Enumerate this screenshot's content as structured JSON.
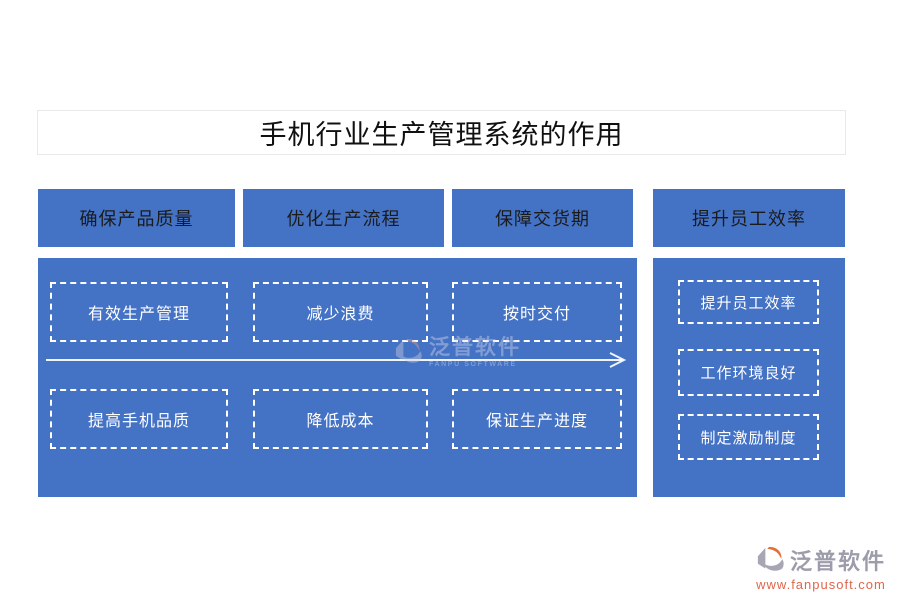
{
  "page": {
    "title": "手机行业生产管理系统的作用"
  },
  "colors": {
    "panel_blue": "#4472C4",
    "dashed_border": "#ffffff",
    "title_border": "#e9e9e9",
    "logo_gray": "#9c9cab",
    "logo_orange": "#e2703a",
    "url_orange": "#e0654c"
  },
  "headers": [
    {
      "label": "确保产品质量"
    },
    {
      "label": "优化生产流程"
    },
    {
      "label": "保障交货期"
    },
    {
      "label": "提升员工效率"
    }
  ],
  "left_panel": {
    "row1": [
      {
        "label": "有效生产管理"
      },
      {
        "label": "减少浪费"
      },
      {
        "label": "按时交付"
      }
    ],
    "row2": [
      {
        "label": "提高手机品质"
      },
      {
        "label": "降低成本"
      },
      {
        "label": "保证生产进度"
      }
    ]
  },
  "right_panel": {
    "items": [
      {
        "label": "提升员工效率"
      },
      {
        "label": "工作环境良好"
      },
      {
        "label": "制定激励制度"
      }
    ]
  },
  "watermark": {
    "brand": "泛普软件",
    "subtitle": "FANPU SOFTWARE"
  },
  "footer": {
    "brand": "泛普软件",
    "url": "www.fanpusoft.com"
  }
}
